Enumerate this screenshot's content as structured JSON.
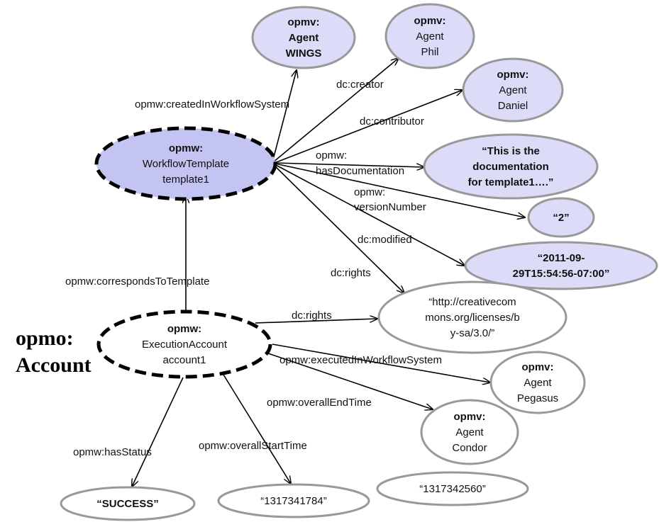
{
  "side_label": [
    "opmo:",
    "Account"
  ],
  "nodes": {
    "wings": {
      "lines": [
        "opmv:",
        "Agent",
        "WINGS"
      ],
      "bold": [
        true,
        true,
        true
      ]
    },
    "phil": {
      "lines": [
        "opmv:",
        "Agent",
        "Phil"
      ],
      "bold": [
        true,
        false,
        false
      ]
    },
    "daniel": {
      "lines": [
        "opmv:",
        "Agent",
        "Daniel"
      ],
      "bold": [
        true,
        false,
        false
      ]
    },
    "template": {
      "lines": [
        "opmw:",
        "WorkflowTemplate",
        "template1"
      ],
      "bold": [
        true,
        false,
        false
      ]
    },
    "documentation": {
      "lines": [
        "“This is the",
        "documentation",
        "for template1….”"
      ],
      "bold": [
        true,
        true,
        true
      ]
    },
    "version": {
      "lines": [
        "“2”"
      ],
      "bold": [
        true
      ]
    },
    "modified": {
      "lines": [
        "“2011-09-",
        "29T15:54:56-07:00”"
      ],
      "bold": [
        true,
        true
      ]
    },
    "rights": {
      "lines": [
        "“http://creativecom",
        "mons.org/licenses/b",
        "y-sa/3.0/”"
      ],
      "bold": [
        false,
        false,
        false
      ]
    },
    "account": {
      "lines": [
        "opmw:",
        "ExecutionAccount",
        "account1"
      ],
      "bold": [
        true,
        false,
        false
      ]
    },
    "pegasus": {
      "lines": [
        "opmv:",
        "Agent",
        "Pegasus"
      ],
      "bold": [
        true,
        false,
        false
      ]
    },
    "condor": {
      "lines": [
        "opmv:",
        "Agent",
        "Condor"
      ],
      "bold": [
        true,
        false,
        false
      ]
    },
    "status": {
      "lines": [
        "“SUCCESS”"
      ],
      "bold": [
        true
      ]
    },
    "start": {
      "lines": [
        "“1317341784”"
      ],
      "bold": [
        false
      ]
    },
    "end": {
      "lines": [
        "“1317342560”"
      ],
      "bold": [
        false
      ]
    }
  },
  "edges": {
    "createdInWorkflowSystem": [
      "opmw:createdInWorkflowSystem"
    ],
    "creator": [
      "dc:creator"
    ],
    "contributor": [
      "dc:contributor"
    ],
    "hasDocumentation": [
      "opmw:",
      "hasDocumentation"
    ],
    "versionNumber": [
      "opmw:",
      "versionNumber"
    ],
    "modified": [
      "dc:modified"
    ],
    "rightsTemplate": [
      "dc:rights"
    ],
    "correspondsToTemplate": [
      "opmw:correspondsToTemplate"
    ],
    "rightsAccount": [
      "dc:rights"
    ],
    "executedInWorkflowSystem": [
      "opmw:executedInWorkflowSystem"
    ],
    "overallEndTime": [
      "opmw:overallEndTime"
    ],
    "overallStartTime": [
      "opmw:overallStartTime"
    ],
    "hasStatus": [
      "opmw:hasStatus"
    ]
  },
  "colors": {
    "fill_purple": "#dcdcf8",
    "fill_template": "#c4c4f2",
    "stroke_gray": "#999999",
    "stroke_dark": "#000000",
    "fill_white": "#ffffff"
  }
}
